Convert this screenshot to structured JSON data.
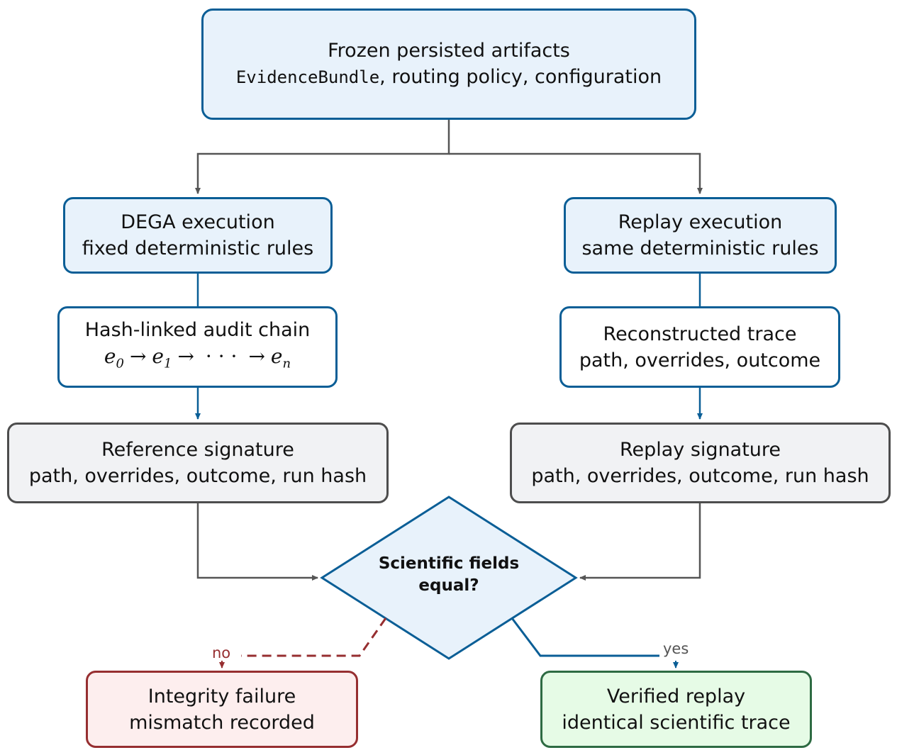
{
  "nodes": {
    "frozen": {
      "title": "Frozen persisted artifacts",
      "line2_code": "EvidenceBundle",
      "line2_rest": ", routing policy, configuration"
    },
    "dega": {
      "title": "DEGA execution",
      "subtitle": "fixed deterministic rules"
    },
    "replay_exec": {
      "title": "Replay execution",
      "subtitle": "same deterministic rules"
    },
    "audit": {
      "title": "Hash-linked audit chain",
      "chain": [
        "e",
        "0",
        "e",
        "1",
        "· · ·",
        "e",
        "n"
      ],
      "arrow": "→"
    },
    "trace": {
      "title": "Reconstructed trace",
      "subtitle": "path, overrides, outcome"
    },
    "ref_sig": {
      "title": "Reference signature",
      "subtitle": "path, overrides, outcome, run hash"
    },
    "replay_sig": {
      "title": "Replay signature",
      "subtitle": "path, overrides, outcome, run hash"
    },
    "decision": {
      "line1": "Scientific fields",
      "line2": "equal?"
    },
    "fail": {
      "title": "Integrity failure",
      "subtitle": "mismatch recorded"
    },
    "verified": {
      "title": "Verified replay",
      "subtitle": "identical scientific trace"
    }
  },
  "edge_labels": {
    "no": "no",
    "yes": "yes"
  },
  "colors": {
    "blue": "#0a5e96",
    "gray": "#555555",
    "red": "#962e30",
    "green": "#2e6b43",
    "blue_fill": "#e8f2fb"
  }
}
